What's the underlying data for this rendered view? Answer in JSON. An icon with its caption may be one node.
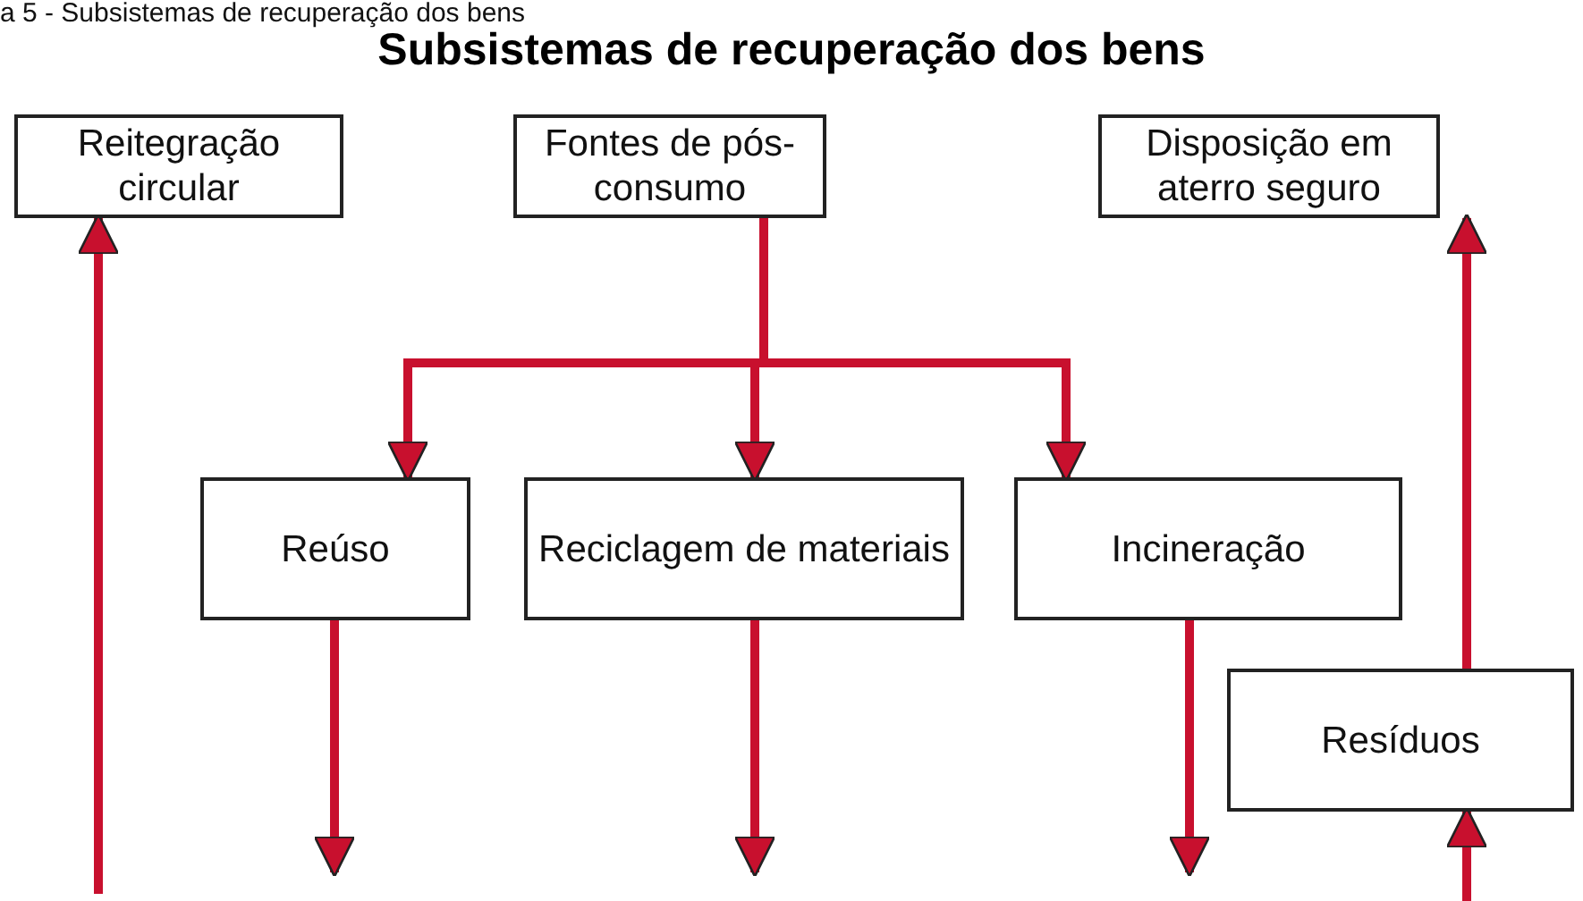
{
  "diagram": {
    "title": "Subsistemas de recuperação dos bens",
    "nodes": [
      {
        "text": [
          "Reitegração circular"
        ]
      },
      {
        "text": [
          "Fontes de pós-consumo"
        ]
      },
      {
        "text": [
          "Disposição em aterro seguro"
        ]
      },
      {
        "text": [
          "Reúso"
        ]
      },
      {
        "text": [
          "Reciclagem de materiais"
        ]
      },
      {
        "text": [
          "Incineração"
        ]
      },
      {
        "text": [
          "Resíduos"
        ]
      }
    ],
    "edges": [
      {
        "from": 1,
        "to": 3,
        "arrow": "to"
      },
      {
        "from": 1,
        "to": 4,
        "arrow": "to"
      },
      {
        "from": 1,
        "to": 5,
        "arrow": "to"
      },
      {
        "from": null,
        "to": 0,
        "arrow": "to"
      },
      {
        "from": 3,
        "to": null,
        "arrow": "to"
      },
      {
        "from": 4,
        "to": null,
        "arrow": "to"
      },
      {
        "from": 5,
        "to": null,
        "arrow": "to"
      },
      {
        "from": 6,
        "to": 2,
        "arrow": "to"
      },
      {
        "from": null,
        "to": 6,
        "arrow": "to"
      }
    ],
    "labels": [
      "a 5 - Subsistemas de recuperação dos bens"
    ]
  }
}
